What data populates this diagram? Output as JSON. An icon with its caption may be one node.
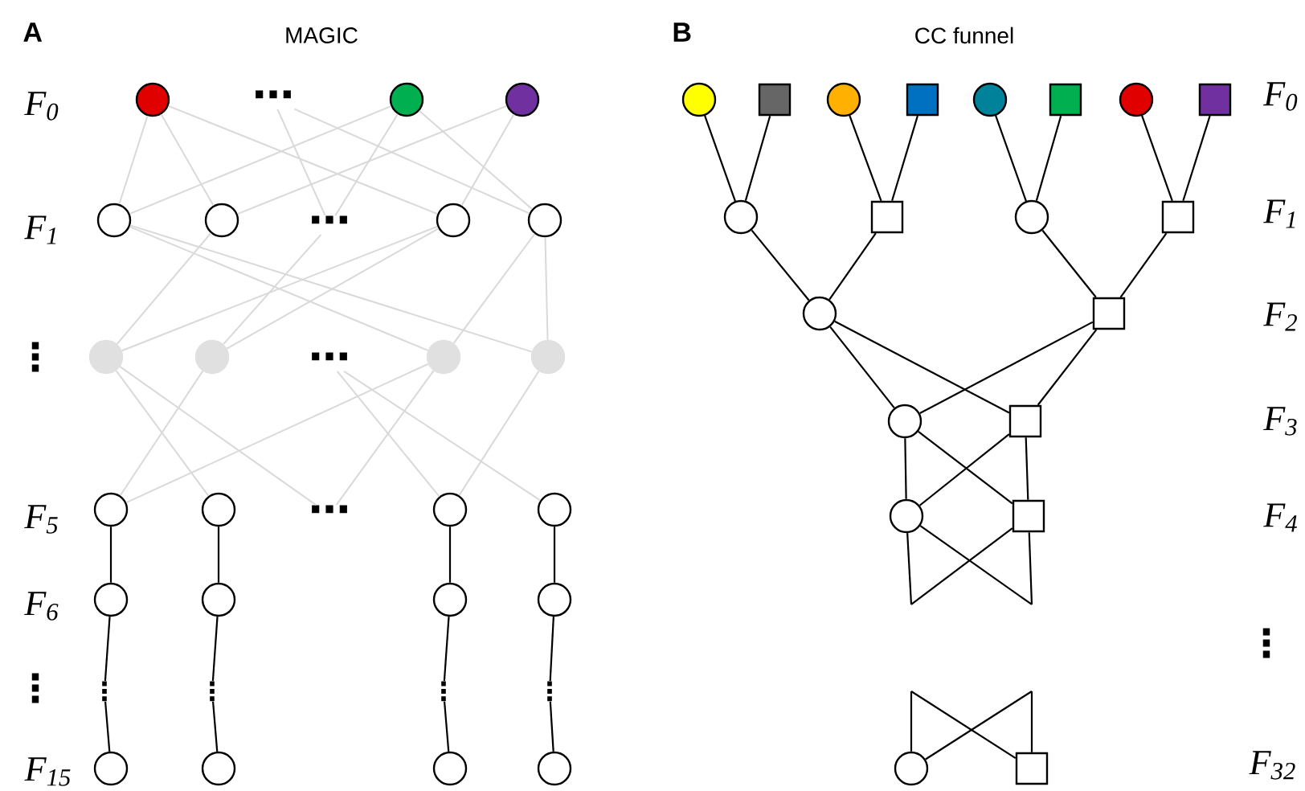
{
  "diagram": {
    "nodes": [
      {
        "text": [],
        "shape": "circle"
      },
      {
        "text": [
          "⋯"
        ]
      },
      {
        "text": [],
        "shape": "circle"
      },
      {
        "text": [],
        "shape": "circle"
      },
      {
        "text": [],
        "shape": "circle"
      },
      {
        "text": [],
        "shape": "circle"
      },
      {
        "text": [
          "⋯"
        ]
      },
      {
        "text": [],
        "shape": "circle"
      },
      {
        "text": [],
        "shape": "circle"
      },
      {
        "text": [],
        "shape": "circle"
      },
      {
        "text": [],
        "shape": "circle"
      },
      {
        "text": [
          "⋯"
        ]
      },
      {
        "text": [],
        "shape": "circle"
      },
      {
        "text": [],
        "shape": "circle"
      },
      {
        "text": [],
        "shape": "circle"
      },
      {
        "text": [],
        "shape": "circle"
      },
      {
        "text": [
          "⋯"
        ]
      },
      {
        "text": [],
        "shape": "circle"
      },
      {
        "text": [],
        "shape": "circle"
      },
      {
        "text": [],
        "shape": "circle"
      },
      {
        "text": [],
        "shape": "circle"
      },
      {
        "text": [],
        "shape": "circle"
      },
      {
        "text": [],
        "shape": "circle"
      },
      {
        "text": [
          "⋮"
        ]
      },
      {
        "text": [
          "⋮"
        ]
      },
      {
        "text": [
          "⋮"
        ]
      },
      {
        "text": [
          "⋮"
        ]
      },
      {
        "text": [],
        "shape": "circle"
      },
      {
        "text": [],
        "shape": "circle"
      },
      {
        "text": [],
        "shape": "circle"
      },
      {
        "text": [],
        "shape": "circle"
      },
      {
        "text": [],
        "shape": "circle"
      },
      {
        "text": [],
        "shape": "box"
      },
      {
        "text": [],
        "shape": "circle"
      },
      {
        "text": [],
        "shape": "box"
      },
      {
        "text": [],
        "shape": "circle"
      },
      {
        "text": [],
        "shape": "box"
      },
      {
        "text": [],
        "shape": "circle"
      },
      {
        "text": [],
        "shape": "box"
      },
      {
        "text": [],
        "shape": "circle"
      },
      {
        "text": [],
        "shape": "box"
      },
      {
        "text": [],
        "shape": "circle"
      },
      {
        "text": [],
        "shape": "box"
      },
      {
        "text": [],
        "shape": "circle"
      },
      {
        "text": [],
        "shape": "box"
      },
      {
        "text": [],
        "shape": "circle"
      },
      {
        "text": [],
        "shape": "box"
      },
      {
        "text": [],
        "shape": "circle"
      },
      {
        "text": [],
        "shape": "box"
      },
      {
        "text": [],
        "shape": "circle"
      },
      {
        "text": [],
        "shape": "box"
      }
    ],
    "edges": [
      {
        "from": 0,
        "to": 4,
        "arrow": "none",
        "color": "#d9d9d9"
      },
      {
        "from": 0,
        "to": 5,
        "arrow": "none",
        "color": "#d9d9d9"
      },
      {
        "from": 0,
        "to": 7,
        "arrow": "none",
        "color": "#d9d9d9"
      },
      {
        "from": 1,
        "to": 6,
        "arrow": "none",
        "color": "#d9d9d9"
      },
      {
        "from": 1,
        "to": 8,
        "arrow": "none",
        "color": "#d9d9d9"
      },
      {
        "from": 2,
        "to": 4,
        "arrow": "none",
        "color": "#d9d9d9"
      },
      {
        "from": 2,
        "to": 6,
        "arrow": "none",
        "color": "#d9d9d9"
      },
      {
        "from": 2,
        "to": 8,
        "arrow": "none",
        "color": "#d9d9d9"
      },
      {
        "from": 3,
        "to": 5,
        "arrow": "none",
        "color": "#d9d9d9"
      },
      {
        "from": 3,
        "to": 7,
        "arrow": "none",
        "color": "#d9d9d9"
      },
      {
        "from": 4,
        "to": 12,
        "arrow": "none",
        "color": "#d9d9d9"
      },
      {
        "from": 4,
        "to": 13,
        "arrow": "none",
        "color": "#d9d9d9"
      },
      {
        "from": 5,
        "to": 9,
        "arrow": "none",
        "color": "#d9d9d9"
      },
      {
        "from": 6,
        "to": 10,
        "arrow": "none",
        "color": "#d9d9d9"
      },
      {
        "from": 7,
        "to": 9,
        "arrow": "none",
        "color": "#d9d9d9"
      },
      {
        "from": 7,
        "to": 10,
        "arrow": "none",
        "color": "#d9d9d9"
      },
      {
        "from": 8,
        "to": 12,
        "arrow": "none",
        "color": "#d9d9d9"
      },
      {
        "from": 8,
        "to": 13,
        "arrow": "none",
        "color": "#d9d9d9"
      },
      {
        "from": 9,
        "to": 15,
        "arrow": "none",
        "color": "#d9d9d9"
      },
      {
        "from": 9,
        "to": 16,
        "arrow": "none",
        "color": "#d9d9d9"
      },
      {
        "from": 10,
        "to": 14,
        "arrow": "none",
        "color": "#d9d9d9"
      },
      {
        "from": 11,
        "to": 17,
        "arrow": "none",
        "color": "#d9d9d9"
      },
      {
        "from": 11,
        "to": 18,
        "arrow": "none",
        "color": "#d9d9d9"
      },
      {
        "from": 12,
        "to": 14,
        "arrow": "none",
        "color": "#d9d9d9"
      },
      {
        "from": 12,
        "to": 16,
        "arrow": "none",
        "color": "#d9d9d9"
      },
      {
        "from": 13,
        "to": 17,
        "arrow": "none",
        "color": "#d9d9d9"
      },
      {
        "from": 14,
        "to": 19,
        "arrow": "none"
      },
      {
        "from": 15,
        "to": 20,
        "arrow": "none"
      },
      {
        "from": 17,
        "to": 21,
        "arrow": "none"
      },
      {
        "from": 18,
        "to": 22,
        "arrow": "none"
      },
      {
        "from": 19,
        "to": 23,
        "arrow": "none"
      },
      {
        "from": 20,
        "to": 24,
        "arrow": "none"
      },
      {
        "from": 21,
        "to": 25,
        "arrow": "none"
      },
      {
        "from": 22,
        "to": 26,
        "arrow": "none"
      },
      {
        "from": 23,
        "to": 27,
        "arrow": "none"
      },
      {
        "from": 24,
        "to": 28,
        "arrow": "none"
      },
      {
        "from": 25,
        "to": 29,
        "arrow": "none"
      },
      {
        "from": 26,
        "to": 30,
        "arrow": "none"
      },
      {
        "from": 31,
        "to": 39,
        "arrow": "none"
      },
      {
        "from": 32,
        "to": 39,
        "arrow": "none"
      },
      {
        "from": 33,
        "to": 40,
        "arrow": "none"
      },
      {
        "from": 34,
        "to": 40,
        "arrow": "none"
      },
      {
        "from": 35,
        "to": 41,
        "arrow": "none"
      },
      {
        "from": 36,
        "to": 41,
        "arrow": "none"
      },
      {
        "from": 37,
        "to": 42,
        "arrow": "none"
      },
      {
        "from": 38,
        "to": 42,
        "arrow": "none"
      },
      {
        "from": 39,
        "to": 43,
        "arrow": "none"
      },
      {
        "from": 40,
        "to": 43,
        "arrow": "none"
      },
      {
        "from": 41,
        "to": 44,
        "arrow": "none"
      },
      {
        "from": 42,
        "to": 44,
        "arrow": "none"
      },
      {
        "from": 43,
        "to": 45,
        "arrow": "none"
      },
      {
        "from": 43,
        "to": 46,
        "arrow": "none"
      },
      {
        "from": 44,
        "to": 45,
        "arrow": "none"
      },
      {
        "from": 44,
        "to": 46,
        "arrow": "none"
      },
      {
        "from": 45,
        "to": 47,
        "arrow": "none"
      },
      {
        "from": 45,
        "to": 48,
        "arrow": "none"
      },
      {
        "from": 46,
        "to": 47,
        "arrow": "none"
      },
      {
        "from": 46,
        "to": 48,
        "arrow": "none"
      },
      {
        "from": 47,
        "to": null,
        "arrow": "none"
      },
      {
        "from": 47,
        "to": null,
        "arrow": "none"
      },
      {
        "from": 48,
        "to": null,
        "arrow": "none"
      },
      {
        "from": 48,
        "to": null,
        "arrow": "none"
      },
      {
        "from": null,
        "to": 49,
        "arrow": "none"
      },
      {
        "from": null,
        "to": 49,
        "arrow": "none"
      },
      {
        "from": null,
        "to": 50,
        "arrow": "none"
      },
      {
        "from": null,
        "to": 50,
        "arrow": "none"
      }
    ],
    "labels": [
      "A",
      "MAGIC",
      "B",
      "CC funnel",
      "F$_{0}$",
      "F$_{1}$",
      "⋮",
      "F$_{5}$",
      "F$_{6}$",
      "⋮",
      "F$_{15}$",
      "F$_{0}$",
      "F$_{1}$",
      "F$_{2}$",
      "F$_{3}$",
      "F$_{4}$",
      "⋮",
      "F$_{32}$"
    ]
  }
}
